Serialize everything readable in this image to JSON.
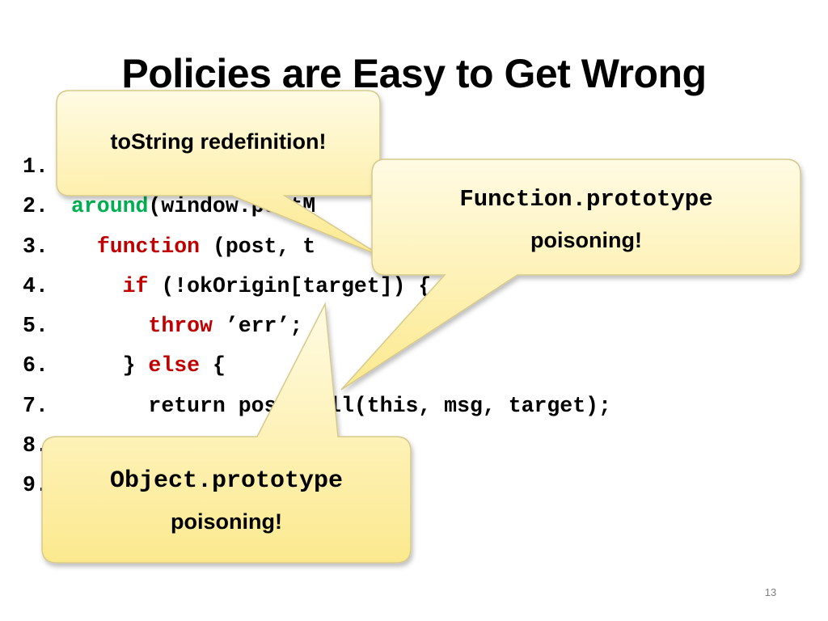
{
  "slide": {
    "title": "Policies are Easy to Get Wrong",
    "page_number": "13"
  },
  "code": [
    {
      "num": "1.",
      "parts": [
        {
          "text": "",
          "style": "plain"
        }
      ]
    },
    {
      "num": "2.",
      "parts": [
        {
          "text": "around",
          "style": "green"
        },
        {
          "text": "(window.postM",
          "style": "plain"
        }
      ]
    },
    {
      "num": "3.",
      "parts": [
        {
          "text": "  ",
          "style": "plain"
        },
        {
          "text": "function",
          "style": "red"
        },
        {
          "text": " (post, t",
          "style": "plain"
        }
      ]
    },
    {
      "num": "4.",
      "parts": [
        {
          "text": "    ",
          "style": "plain"
        },
        {
          "text": "if",
          "style": "red"
        },
        {
          "text": " (!okOrigin[target]) {",
          "style": "plain"
        }
      ]
    },
    {
      "num": "5.",
      "parts": [
        {
          "text": "      ",
          "style": "plain"
        },
        {
          "text": "throw",
          "style": "red"
        },
        {
          "text": " ’err’;",
          "style": "plain"
        }
      ]
    },
    {
      "num": "6.",
      "parts": [
        {
          "text": "    } ",
          "style": "plain"
        },
        {
          "text": "else",
          "style": "red"
        },
        {
          "text": " {",
          "style": "plain"
        }
      ]
    },
    {
      "num": "7.",
      "parts": [
        {
          "text": "      return post.call(this, msg, target);",
          "style": "plain"
        }
      ]
    },
    {
      "num": "8.",
      "parts": [
        {
          "text": "",
          "style": "plain"
        }
      ]
    },
    {
      "num": "9.",
      "parts": [
        {
          "text": "",
          "style": "plain"
        }
      ]
    }
  ],
  "callouts": {
    "tostring": {
      "text": "toString redefinition!"
    },
    "function_proto": {
      "code": "Function.prototype",
      "text": "poisoning!"
    },
    "object_proto": {
      "code": "Object.prototype",
      "text": "poisoning!"
    }
  },
  "colors": {
    "keyword_red": "#c00000",
    "keyword_green": "#00b050",
    "callout_fill_top": "#fffbe3",
    "callout_fill_bottom": "#fce98e",
    "callout_border": "#d6c98c"
  }
}
